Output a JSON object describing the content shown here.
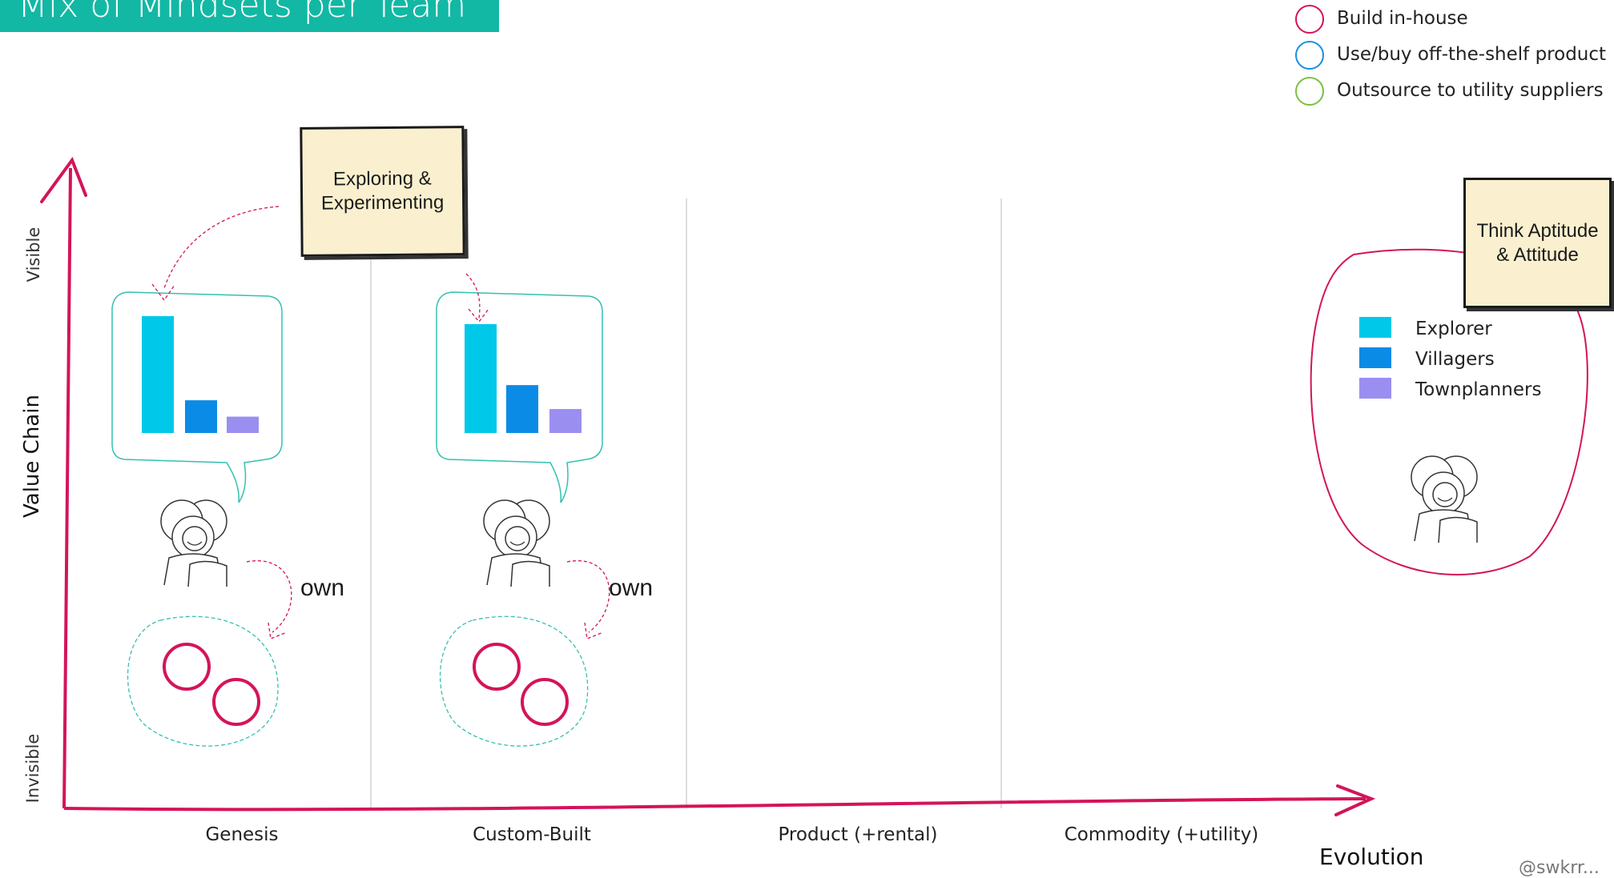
{
  "header": {
    "title": "Mix of Mindsets per Team"
  },
  "legend": {
    "items": [
      {
        "label": "Build in-house",
        "color": "#d4145a"
      },
      {
        "label": "Use/buy off-the-shelf product",
        "color": "#1a8fe3"
      },
      {
        "label": "Outsource to utility suppliers",
        "color": "#7ac143"
      }
    ]
  },
  "axes": {
    "y_label": "Value Chain",
    "y_top": "Visible",
    "y_bottom": "Invisible",
    "x_label": "Evolution",
    "stages": [
      "Genesis",
      "Custom-Built",
      "Product (+rental)",
      "Commodity (+utility)"
    ]
  },
  "notes": {
    "exploring": "Exploring & Experimenting",
    "think": "Think Aptitude & Attitude"
  },
  "teams": [
    {
      "own_label": "own",
      "mindset_values": {
        "Explorer": 100,
        "Villagers": 28,
        "Townplanners": 14
      }
    },
    {
      "own_label": "own",
      "mindset_values": {
        "Explorer": 100,
        "Villagers": 44,
        "Townplanners": 22
      }
    }
  ],
  "mindset_key": {
    "items": [
      {
        "label": "Explorer",
        "color": "#00c8e8"
      },
      {
        "label": "Villagers",
        "color": "#0a8be6"
      },
      {
        "label": "Townplanners",
        "color": "#9a8ff0"
      }
    ]
  },
  "credit": "@swkrr..."
}
